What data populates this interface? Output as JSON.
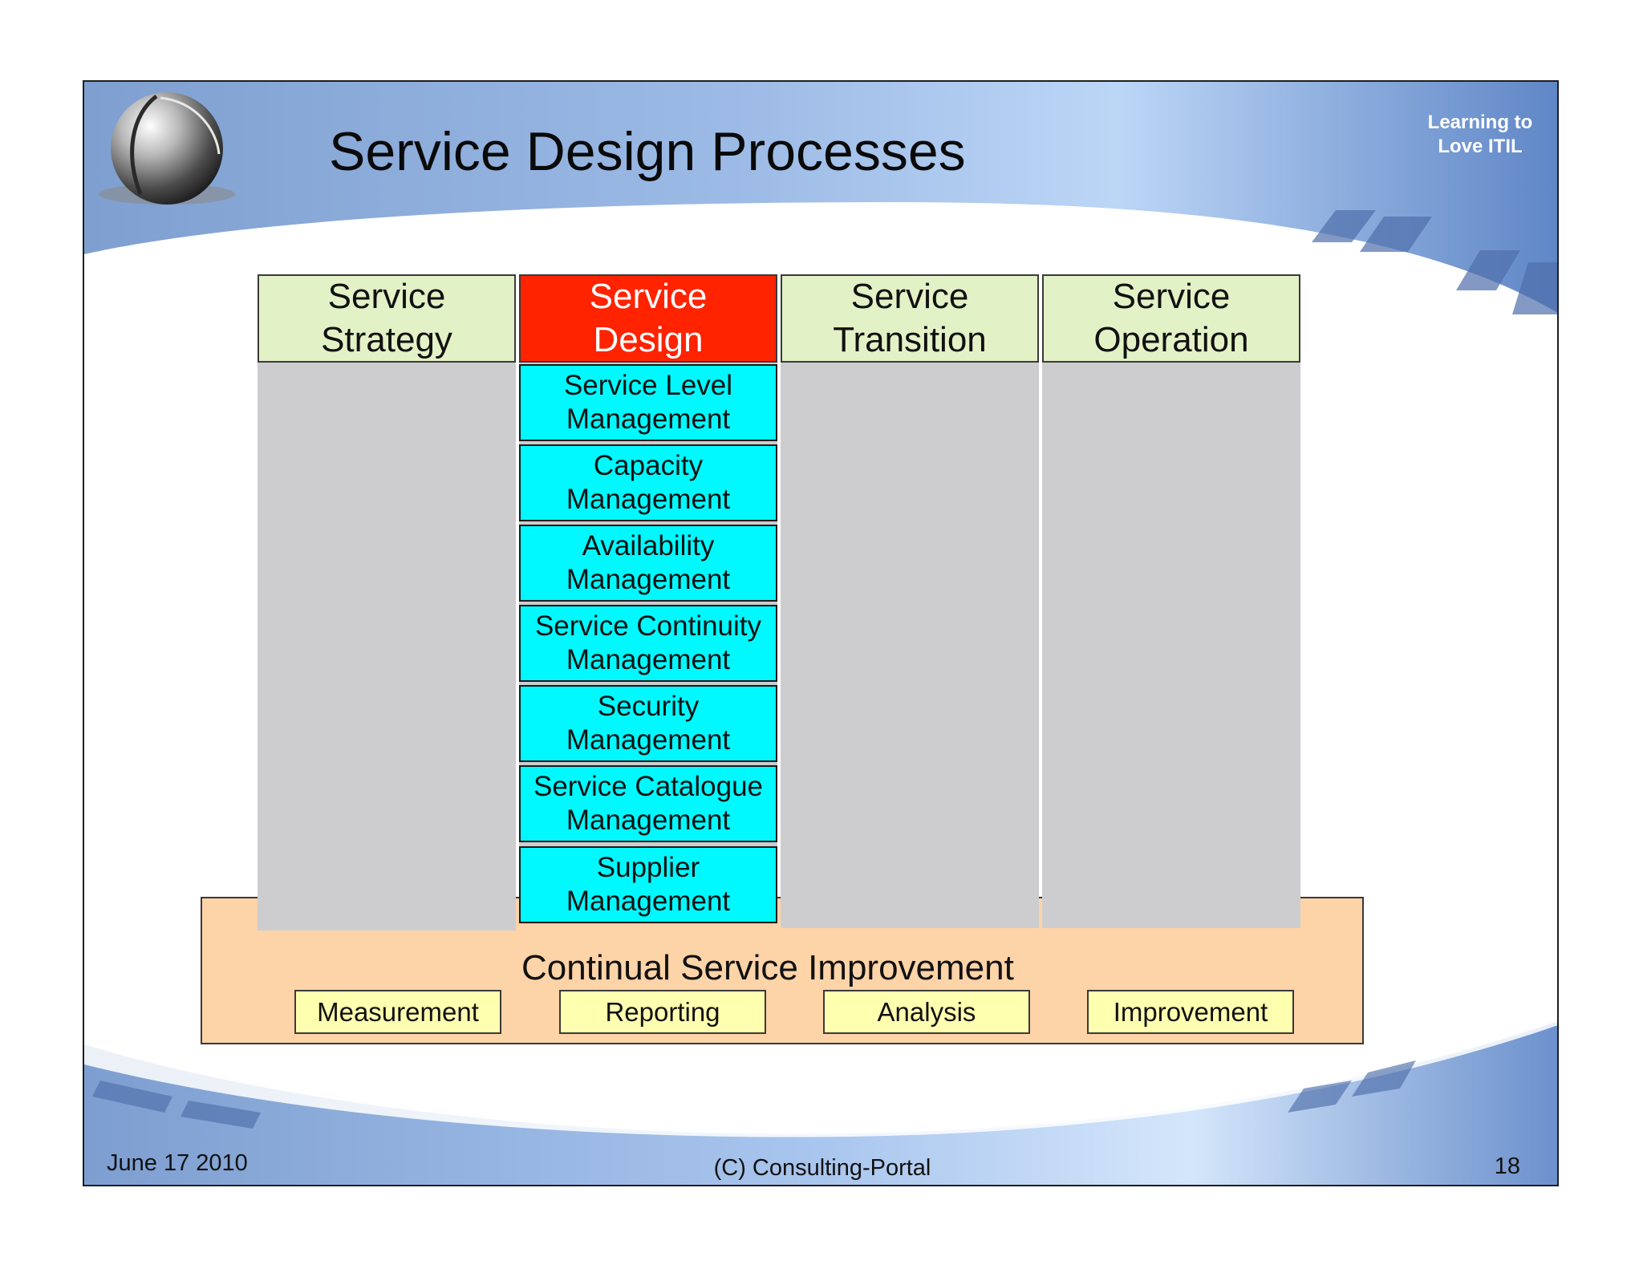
{
  "slide": {
    "title": "Service Design Processes",
    "brand": {
      "line1": "Learning to",
      "line2": "Love ITIL"
    }
  },
  "lifecycle": {
    "columns": [
      {
        "line1": "Service",
        "line2": "Strategy"
      },
      {
        "line1": "Service",
        "line2": "Design"
      },
      {
        "line1": "Service",
        "line2": "Transition"
      },
      {
        "line1": "Service",
        "line2": "Operation"
      }
    ],
    "design_processes": [
      {
        "line1": "Service Level",
        "line2": "Management"
      },
      {
        "line1": "Capacity",
        "line2": "Management"
      },
      {
        "line1": "Availability",
        "line2": "Management"
      },
      {
        "line1": "Service Continuity",
        "line2": "Management"
      },
      {
        "line1": "Security",
        "line2": "Management"
      },
      {
        "line1": "Service Catalogue",
        "line2": "Management"
      },
      {
        "line1": "Supplier",
        "line2": "Management"
      }
    ]
  },
  "csi": {
    "title": "Continual Service Improvement",
    "steps": [
      "Measurement",
      "Reporting",
      "Analysis",
      "Improvement"
    ]
  },
  "footer": {
    "date": "June 17 2010",
    "copyright": "(C) Consulting-Portal",
    "page_number": "18"
  },
  "colors": {
    "active_phase": "#ff2300",
    "phase_header": "#e3f1c6",
    "process_box": "#00f8ff",
    "csi_band": "#fdd3a8",
    "csi_step": "#ffffb0",
    "column_body": "#cdcdd0"
  }
}
